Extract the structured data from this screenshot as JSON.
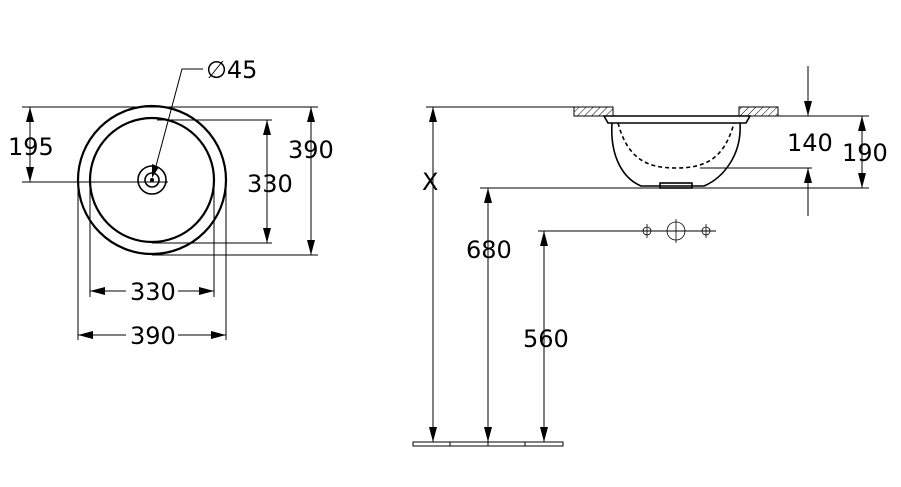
{
  "top_view": {
    "diameter_label": "∅45",
    "height_195": "195",
    "height_390": "390",
    "height_330": "330",
    "width_330": "330",
    "width_390": "390"
  },
  "side_view": {
    "label_x": "X",
    "label_680": "680",
    "label_560": "560",
    "label_140": "140",
    "label_190": "190"
  }
}
